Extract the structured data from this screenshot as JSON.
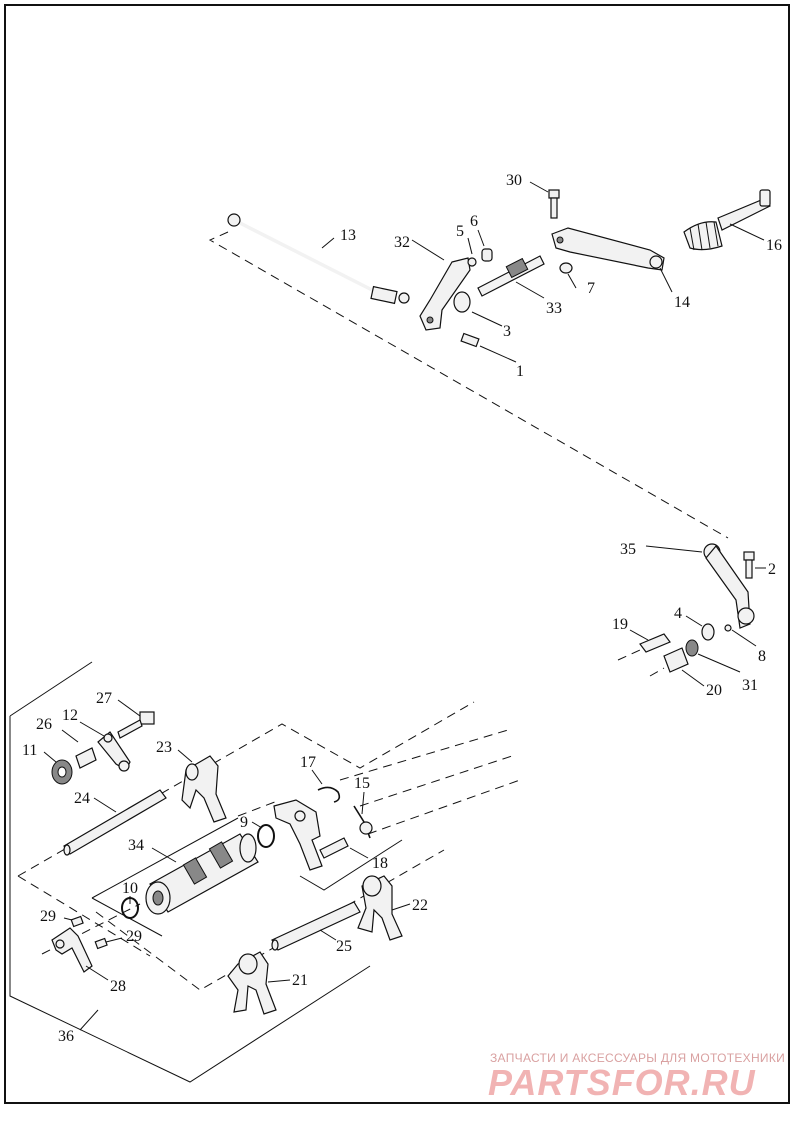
{
  "callouts": [
    "1",
    "2",
    "3",
    "4",
    "5",
    "6",
    "7",
    "8",
    "9",
    "10",
    "11",
    "12",
    "13",
    "14",
    "15",
    "16",
    "17",
    "18",
    "19",
    "20",
    "21",
    "22",
    "23",
    "24",
    "25",
    "26",
    "27",
    "28",
    "29",
    "30",
    "31",
    "32",
    "33",
    "34",
    "35",
    "36"
  ],
  "watermark": {
    "caption": "ЗАПЧАСТИ И АКСЕССУАРЫ ДЛЯ МОТОТЕХНИКИ",
    "logo": "PARTSFOR.RU"
  }
}
